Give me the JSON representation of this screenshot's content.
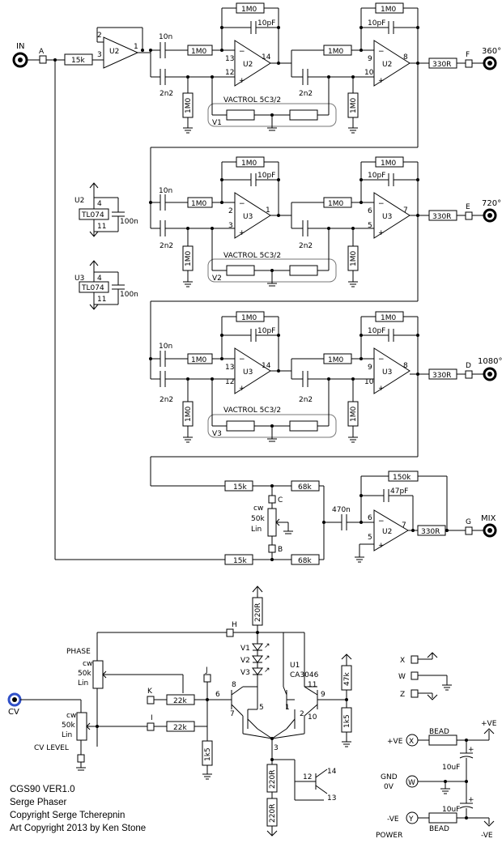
{
  "labels": {
    "in": "IN",
    "a": "A",
    "r15k": "15k",
    "u2": "U2",
    "u3": "U3",
    "p1": "1",
    "p2": "2",
    "p3": "3",
    "p5": "5",
    "p6": "6",
    "p7": "7",
    "p8": "8",
    "p9": "9",
    "p10": "10",
    "p12": "12",
    "p13": "13",
    "p14": "14",
    "c10n": "10n",
    "c2n2": "2n2",
    "r1m0": "1M0",
    "c10pf": "10pF",
    "r330": "330R",
    "vactrol": "VACTROL 5C3/2",
    "v1": "V1",
    "v2": "V2",
    "v3": "V3",
    "f": "F",
    "e": "E",
    "d": "D",
    "g": "G",
    "deg360": "360°",
    "deg720": "720°",
    "deg1080": "1080°",
    "mix": "MIX",
    "tl074": "TL074",
    "p4": "4",
    "p11": "11",
    "c100n": "100n",
    "r68k": "68k",
    "r150k": "150k",
    "c47pf": "47pF",
    "c470n": "470n",
    "c": "C",
    "b": "B",
    "cw": "cw",
    "pot50k": "50k",
    "lin": "Lin",
    "h": "H",
    "j": "J",
    "k": "K",
    "i": "I",
    "phase": "PHASE",
    "cvlevel": "CV LEVEL",
    "cv": "CV",
    "r220": "220R",
    "r22k": "22k",
    "r1k5": "1k5",
    "r47k": "47k",
    "u1": "U1",
    "ca3046": "CA3046",
    "x": "X",
    "w": "W",
    "z": "Z",
    "y": "Y",
    "bead": "BEAD",
    "c10uf": "10uF",
    "plusve": "+VE",
    "minusve": "-VE",
    "gnd": "GND",
    "zerov": "0V",
    "power": "POWER",
    "plus": "+"
  },
  "credits": {
    "line1": "CGS90 VER1.0",
    "line2": "Serge Phaser",
    "line3": "Copyright Serge Tcherepnin",
    "line4": "Art Copyright 2013 by Ken Stone"
  },
  "colors": {
    "cv_jack": "#3050c8",
    "vactrol_outline": "#777777"
  }
}
